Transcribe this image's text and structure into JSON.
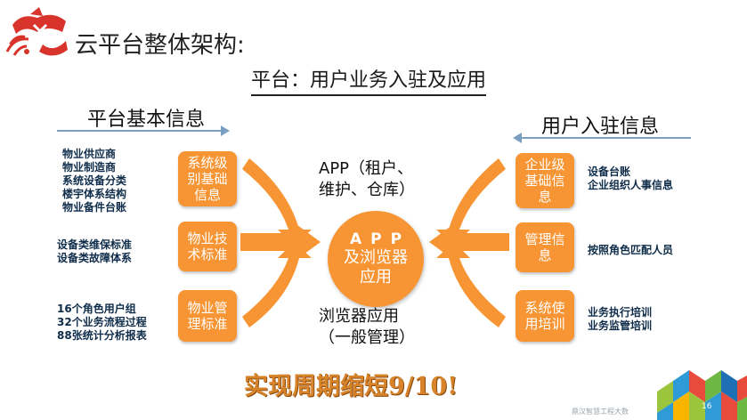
{
  "header": {
    "title": "云平台整体架构:",
    "subtitle": "平台：用户业务入驻及应用"
  },
  "left_section": {
    "heading": "平台基本信息",
    "rows": [
      {
        "box": "系统级别基础信息",
        "items": [
          "物业供应商",
          "物业制造商",
          "系统设备分类",
          "楼宇体系结构",
          "物业备件台账"
        ]
      },
      {
        "box": "物业技术标准",
        "items": [
          "设备类维保标准",
          "设备类故障体系"
        ]
      },
      {
        "box": "物业管理标准",
        "items": [
          "16个角色用户组",
          "32个业务流程过程",
          "88张统计分析报表"
        ]
      }
    ]
  },
  "right_section": {
    "heading": "用户入驻信息",
    "rows": [
      {
        "box": "企业级基础信息",
        "items": [
          "设备台账",
          "企业组织人事信息"
        ]
      },
      {
        "box": "管理信息",
        "items": [
          "按照角色匹配人员"
        ]
      },
      {
        "box": "系统使用培训",
        "items": [
          "业务执行培训",
          "业务监管培训"
        ]
      }
    ]
  },
  "center": {
    "line1": "APP",
    "line2": "及浏览器应用",
    "top_text": [
      "APP（租户、",
      "维护、仓库）"
    ],
    "bottom_text": [
      "浏览器应用",
      "（一般管理）"
    ]
  },
  "slogan": "实现周期缩短9/10!",
  "footer": {
    "text": "鼎汉智慧工程大数",
    "page_number": "16"
  },
  "colors": {
    "accent_orange": "#f79433",
    "logo_red": "#d9342b",
    "heading_arrow": "#7a9fc3",
    "list_text": "#0f2d4a",
    "slogan": "#d7832a"
  }
}
